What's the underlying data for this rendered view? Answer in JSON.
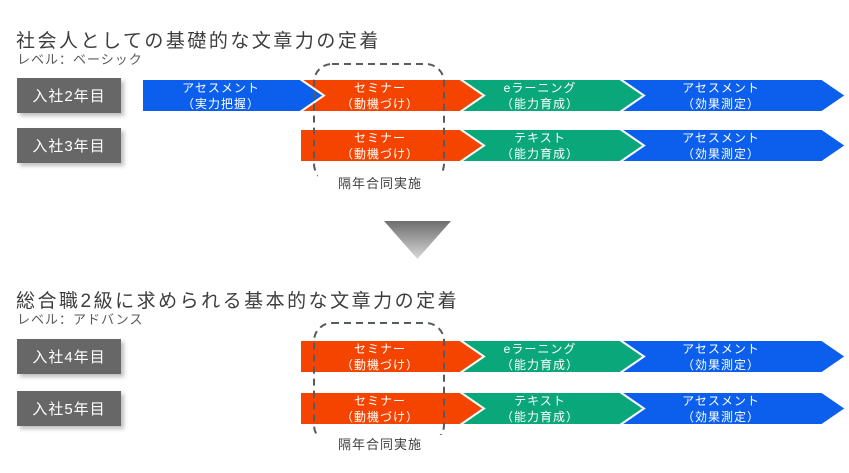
{
  "palette": {
    "blue": "#0B5FEC",
    "orange": "#F44400",
    "green": "#0AA77B",
    "label_gray": "#676767",
    "dash_gray": "#565b5e",
    "title_gray": "#3d3d3d",
    "subtitle_gray": "#5a5a5a",
    "triangle_top": "#6e6e6e",
    "triangle_bottom": "#d8d8d8"
  },
  "sections": [
    {
      "title": "社会人としての基礎的な文章力の定着",
      "subtitle": "レベル：ベーシック",
      "callout": "隔年合同実施",
      "rows": [
        {
          "label": "入社2年目",
          "segments": [
            {
              "color": "blue",
              "line1": "アセスメント",
              "line2": "（実力把握）"
            },
            {
              "color": "orange",
              "line1": "セミナー",
              "line2": "（動機づけ）"
            },
            {
              "color": "green",
              "line1": "eラーニング",
              "line2": "（能力育成）"
            },
            {
              "color": "blue",
              "line1": "アセスメント",
              "line2": "（効果測定）"
            }
          ]
        },
        {
          "label": "入社3年目",
          "segments": [
            {
              "color": "orange",
              "line1": "セミナー",
              "line2": "（動機づけ）"
            },
            {
              "color": "green",
              "line1": "テキスト",
              "line2": "（能力育成）"
            },
            {
              "color": "blue",
              "line1": "アセスメント",
              "line2": "（効果測定）"
            }
          ]
        }
      ]
    },
    {
      "title": "総合職2級に求められる基本的な文章力の定着",
      "subtitle": "レベル：アドバンス",
      "callout": "隔年合同実施",
      "rows": [
        {
          "label": "入社4年目",
          "segments": [
            {
              "color": "orange",
              "line1": "セミナー",
              "line2": "（動機づけ）"
            },
            {
              "color": "green",
              "line1": "eラーニング",
              "line2": "（能力育成）"
            },
            {
              "color": "blue",
              "line1": "アセスメント",
              "line2": "（効果測定）"
            }
          ]
        },
        {
          "label": "入社5年目",
          "segments": [
            {
              "color": "orange",
              "line1": "セミナー",
              "line2": "（動機づけ）"
            },
            {
              "color": "green",
              "line1": "テキスト",
              "line2": "（能力育成）"
            },
            {
              "color": "blue",
              "line1": "アセスメント",
              "line2": "（効果測定）"
            }
          ]
        }
      ]
    }
  ]
}
